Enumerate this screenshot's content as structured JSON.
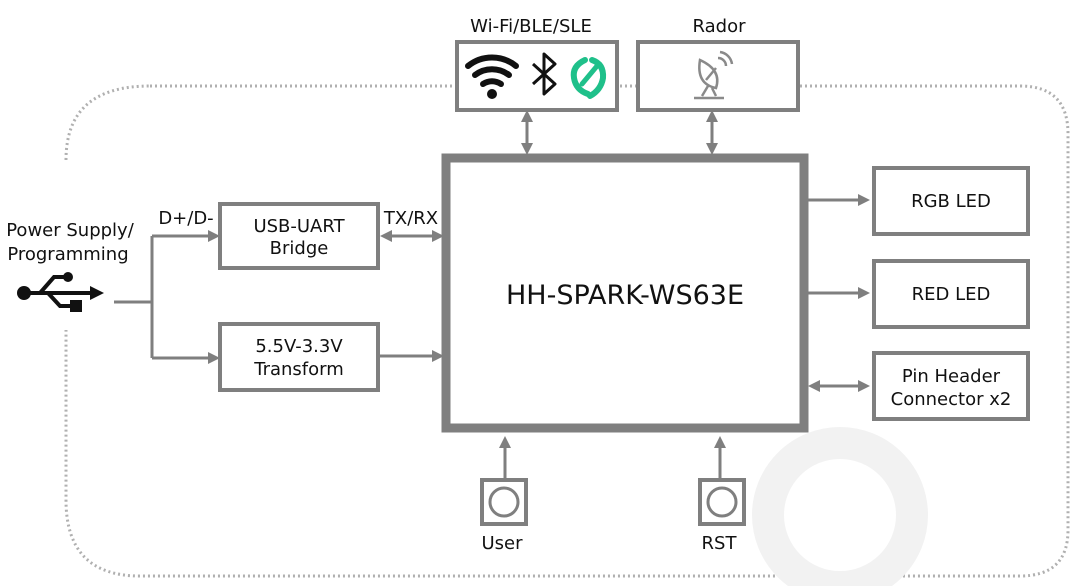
{
  "diagram": {
    "wireless_block": {
      "title": "Wi-Fi/BLE/SLE",
      "icons": [
        "wifi-icon",
        "bluetooth-icon",
        "sle-icon"
      ]
    },
    "radar_block": {
      "title": "Rador",
      "icon": "satellite-dish-icon"
    },
    "power_block": {
      "title_line1": "Power Supply/",
      "title_line2": "Programming",
      "icon": "usb-icon"
    },
    "usb_uart": {
      "line1": "USB-UART",
      "line2": "Bridge"
    },
    "regulator": {
      "line1": "5.5V-3.3V",
      "line2": "Transform"
    },
    "mcu": {
      "label": "HH-SPARK-WS63E"
    },
    "rgb_led": {
      "label": "RGB LED"
    },
    "red_led": {
      "label": "RED LED"
    },
    "pin_header": {
      "line1": "Pin Header",
      "line2": "Connector x2"
    },
    "user_button": {
      "label": "User"
    },
    "rst_button": {
      "label": "RST"
    },
    "signals": {
      "usb_data": "D+/D-",
      "uart": "TX/RX"
    },
    "colors": {
      "line": "#7f7f7f",
      "sle_green": "#1fc08a"
    }
  }
}
